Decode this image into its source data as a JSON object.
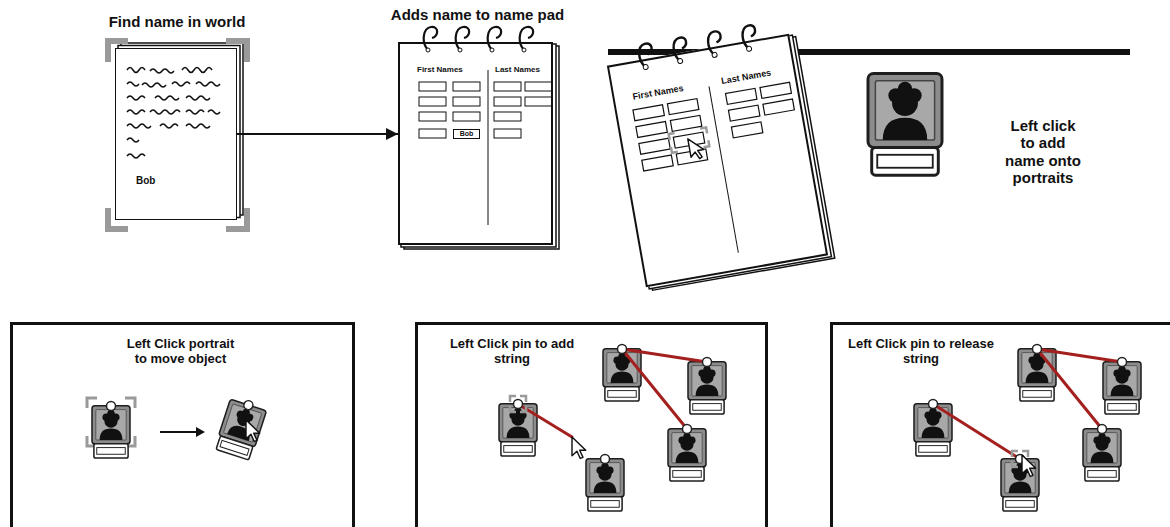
{
  "diagram": {
    "nodes": [
      {
        "text": [
          "Find name in world",
          "Bob"
        ]
      },
      {
        "text": [
          "Adds name to name pad",
          "First Names",
          "Last Names"
        ]
      },
      {
        "text": [
          "Bob"
        ],
        "in": 1
      },
      {
        "text": [
          "First Names",
          "Last Names"
        ]
      },
      {
        "text": [
          "Left Click portrait to move object"
        ]
      },
      {
        "text": [
          "Left Click pin to add string"
        ]
      },
      {
        "text": [
          "Left Click pin to release string"
        ]
      }
    ],
    "edges": [
      {
        "from": 0,
        "to": 1,
        "arrow": "to"
      }
    ],
    "labels": [
      "Left click to add name onto portraits"
    ]
  }
}
